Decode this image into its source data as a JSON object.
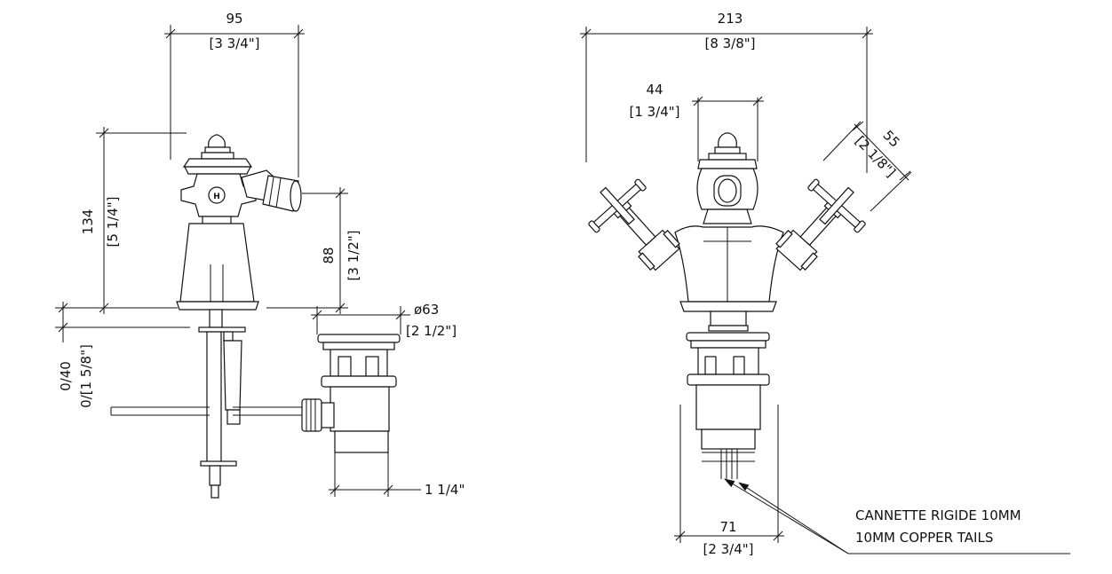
{
  "dimensions": {
    "side_width_mm": "95",
    "side_width_in": "[3 3/4\"]",
    "side_height_mm": "134",
    "side_height_in": "[5 1/4\"]",
    "spout_height_mm": "88",
    "spout_height_in": "[3 1/2\"]",
    "deck_mm": "0/40",
    "deck_in": "0/[1 5/8\"]",
    "waste_dia_mm": "ø63",
    "waste_dia_in": "[2 1/2\"]",
    "waste_thread": "1 1/4\"",
    "front_width_mm": "213",
    "front_width_in": "[8 3/8\"]",
    "spout_width_mm": "44",
    "spout_width_in": "[1 3/4\"]",
    "handle_mm": "55",
    "handle_in": "[2 1/8\"]",
    "tails_mm": "71",
    "tails_in": "[2 3/4\"]"
  },
  "notes": {
    "line1": "CANNETTE RIGIDE 10MM",
    "line2": "10MM COPPER TAILS"
  },
  "marks": {
    "hot_letter": "H"
  }
}
